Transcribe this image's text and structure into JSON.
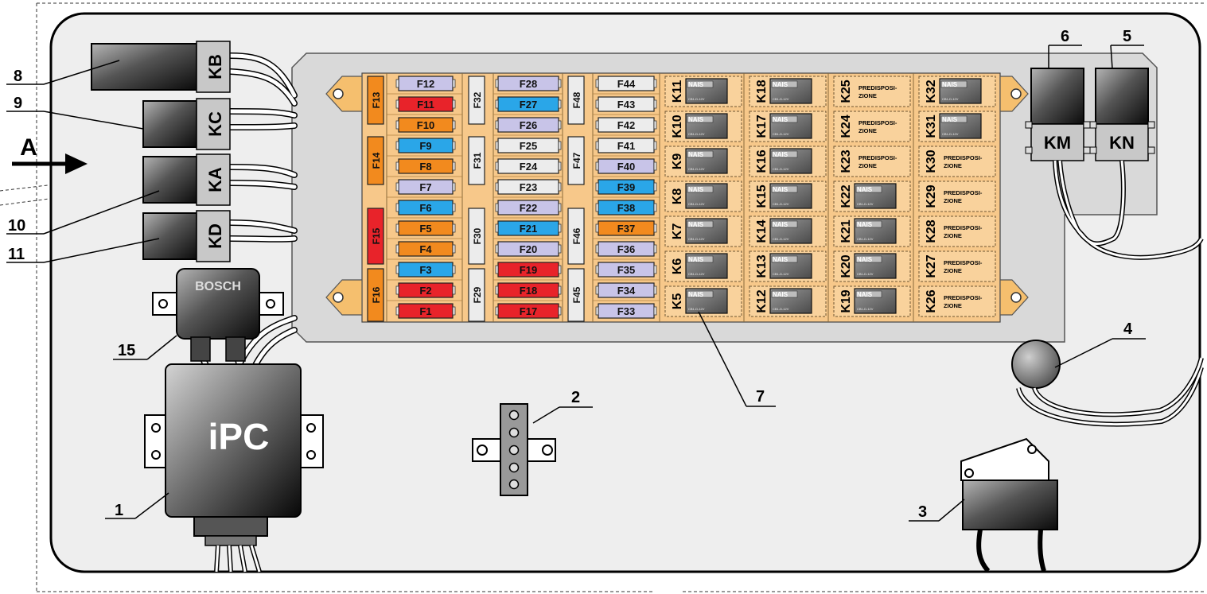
{
  "callouts": [
    "1",
    "2",
    "3",
    "4",
    "5",
    "6",
    "7",
    "8",
    "9",
    "10",
    "11",
    "15"
  ],
  "view_arrow": "A",
  "connectors": {
    "kb": "KB",
    "kc": "KC",
    "ka": "KA",
    "kd": "KD",
    "km": "KM",
    "kn": "KN"
  },
  "modules": {
    "bosch": "BOSCH",
    "ipc": "iPC"
  },
  "relay_text": {
    "brand": "NAIS",
    "model": "CB1-D-12V",
    "placeholder_line1": "PREDISPOSI-",
    "placeholder_line2": "ZIONE"
  },
  "fuse_colors": {
    "lav": "#c8c4e8",
    "red": "#e8232a",
    "orange": "#f28a1e",
    "blue": "#2aa6e8",
    "white": "#ececec"
  },
  "fuses": {
    "col1": [
      {
        "label": "F12",
        "color": "lav"
      },
      {
        "label": "F11",
        "color": "red"
      },
      {
        "label": "F10",
        "color": "orange"
      },
      {
        "label": "F9",
        "color": "blue"
      },
      {
        "label": "F8",
        "color": "orange"
      },
      {
        "label": "F7",
        "color": "lav"
      },
      {
        "label": "F6",
        "color": "blue"
      },
      {
        "label": "F5",
        "color": "orange"
      },
      {
        "label": "F4",
        "color": "orange"
      },
      {
        "label": "F3",
        "color": "blue"
      },
      {
        "label": "F2",
        "color": "red"
      },
      {
        "label": "F1",
        "color": "red"
      }
    ],
    "col2": [
      {
        "label": "F28",
        "color": "lav"
      },
      {
        "label": "F27",
        "color": "blue"
      },
      {
        "label": "F26",
        "color": "lav"
      },
      {
        "label": "F25",
        "color": "white"
      },
      {
        "label": "F24",
        "color": "white"
      },
      {
        "label": "F23",
        "color": "white"
      },
      {
        "label": "F22",
        "color": "lav"
      },
      {
        "label": "F21",
        "color": "blue"
      },
      {
        "label": "F20",
        "color": "lav"
      },
      {
        "label": "F19",
        "color": "red"
      },
      {
        "label": "F18",
        "color": "red"
      },
      {
        "label": "F17",
        "color": "red"
      }
    ],
    "col3": [
      {
        "label": "F44",
        "color": "white"
      },
      {
        "label": "F43",
        "color": "white"
      },
      {
        "label": "F42",
        "color": "white"
      },
      {
        "label": "F41",
        "color": "white"
      },
      {
        "label": "F40",
        "color": "lav"
      },
      {
        "label": "F39",
        "color": "blue"
      },
      {
        "label": "F38",
        "color": "blue"
      },
      {
        "label": "F37",
        "color": "orange"
      },
      {
        "label": "F36",
        "color": "lav"
      },
      {
        "label": "F35",
        "color": "lav"
      },
      {
        "label": "F34",
        "color": "lav"
      },
      {
        "label": "F33",
        "color": "lav"
      }
    ],
    "vertical": [
      {
        "label": "F13",
        "color": "orange"
      },
      {
        "label": "F14",
        "color": "orange"
      },
      {
        "label": "F15",
        "color": "red"
      },
      {
        "label": "F16",
        "color": "orange"
      },
      {
        "label": "F32",
        "color": "white"
      },
      {
        "label": "F31",
        "color": "white"
      },
      {
        "label": "F30",
        "color": "white"
      },
      {
        "label": "F29",
        "color": "white"
      },
      {
        "label": "F48",
        "color": "white"
      },
      {
        "label": "F47",
        "color": "white"
      },
      {
        "label": "F46",
        "color": "white"
      },
      {
        "label": "F45",
        "color": "white"
      }
    ]
  },
  "relays": [
    [
      "K11",
      "K10",
      "K9",
      "K8",
      "K7",
      "K6",
      "K5"
    ],
    [
      "K18",
      "K17",
      "K16",
      "K15",
      "K14",
      "K13",
      "K12"
    ],
    [
      "K25",
      "K24",
      "K23",
      "K22",
      "K21",
      "K20",
      "K19"
    ],
    [
      "K32",
      "K31",
      "K30",
      "K29",
      "K28",
      "K27",
      "K26"
    ]
  ],
  "relay_types": [
    [
      "nais",
      "nais",
      "nais",
      "nais",
      "nais",
      "nais",
      "nais"
    ],
    [
      "nais",
      "nais",
      "nais",
      "nais",
      "nais",
      "nais",
      "nais"
    ],
    [
      "empty",
      "empty",
      "empty",
      "nais",
      "nais",
      "nais",
      "nais"
    ],
    [
      "nais",
      "nais",
      "empty",
      "empty",
      "empty",
      "empty",
      "empty"
    ]
  ]
}
